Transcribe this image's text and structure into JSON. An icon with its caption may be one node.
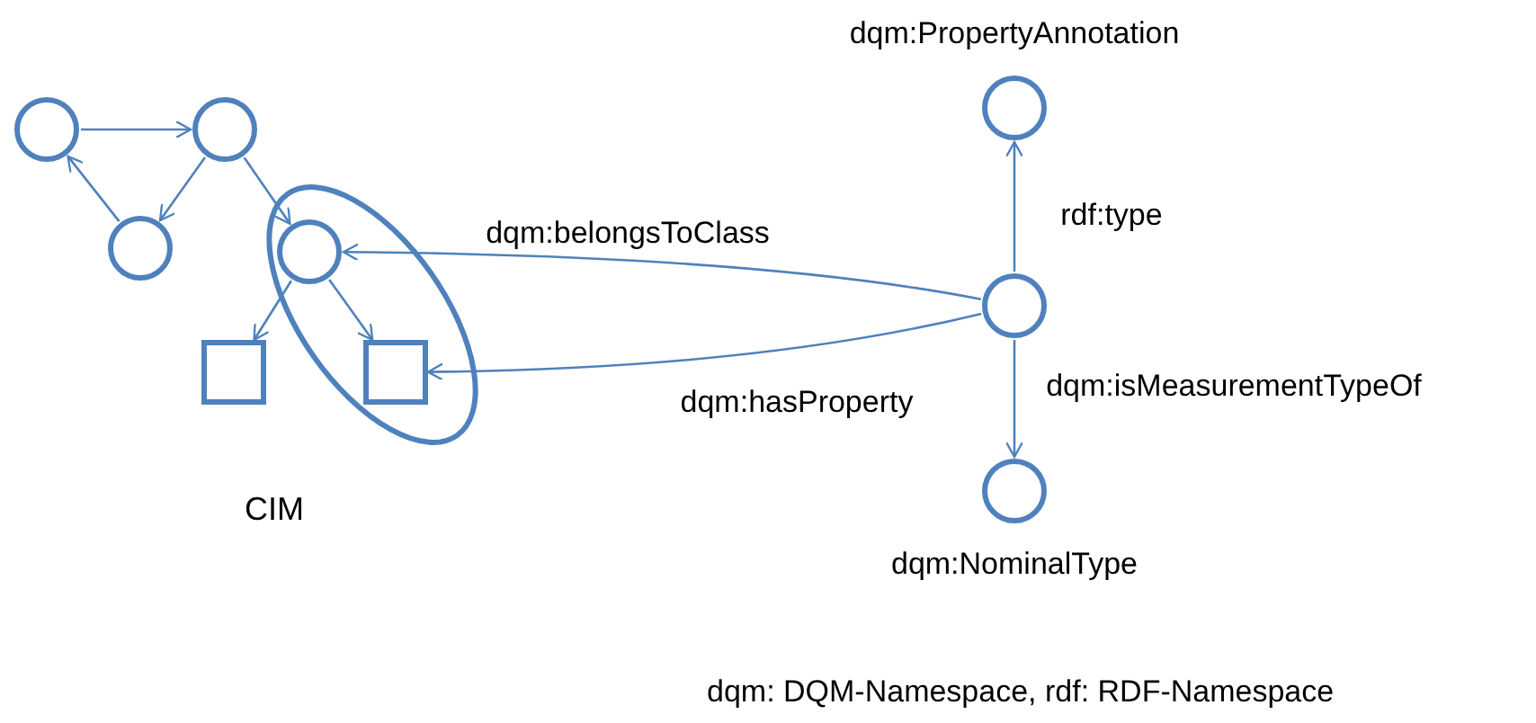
{
  "diagram": {
    "nodes": [
      {
        "text": [],
        "shape": "circle"
      },
      {
        "text": [],
        "shape": "circle"
      },
      {
        "text": [],
        "shape": "circle"
      },
      {
        "text": [],
        "shape": "ellipse",
        "beside": [
          "CIM"
        ]
      },
      {
        "text": [],
        "shape": "circle",
        "in": 3
      },
      {
        "text": [],
        "shape": "box"
      },
      {
        "text": [],
        "shape": "box",
        "in": 3
      },
      {
        "text": [],
        "shape": "circle"
      },
      {
        "text": [
          "dqm:PropertyAnnotation"
        ]
      },
      {
        "text": [
          "dqm:NominalType"
        ]
      }
    ],
    "edges": [
      {
        "from": 0,
        "to": 1,
        "arrow": "to"
      },
      {
        "from": 1,
        "to": 2,
        "arrow": "to"
      },
      {
        "from": 2,
        "to": 0,
        "arrow": "to"
      },
      {
        "from": 1,
        "to": 4,
        "arrow": "to"
      },
      {
        "from": 4,
        "to": 5,
        "arrow": "to"
      },
      {
        "from": 4,
        "to": 6,
        "arrow": "to"
      },
      {
        "from": 7,
        "to": 4,
        "arrow": "to",
        "label": "dqm:belongsToClass"
      },
      {
        "from": 7,
        "to": 6,
        "arrow": "to",
        "label": "dqm:hasProperty"
      },
      {
        "from": 7,
        "to": 8,
        "arrow": "to",
        "label": "rdf:type"
      },
      {
        "from": 7,
        "to": 9,
        "arrow": "to",
        "label": "dqm:isMeasurementTypeOf"
      }
    ],
    "labels": [
      "dqm: DQM-Namespace, rdf: RDF-Namespace"
    ]
  }
}
